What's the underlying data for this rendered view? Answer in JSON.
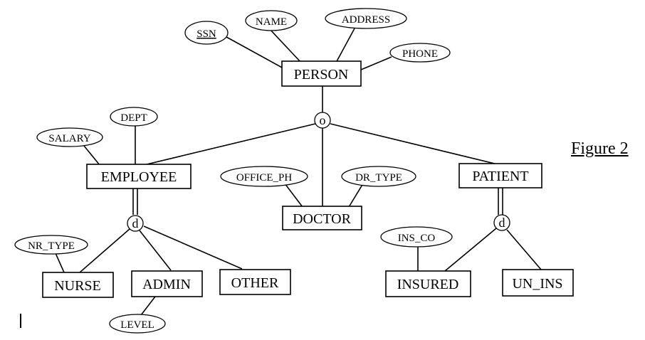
{
  "figure_label": "Figure 2",
  "entities": {
    "person": "PERSON",
    "employee": "EMPLOYEE",
    "doctor": "DOCTOR",
    "patient": "PATIENT",
    "nurse": "NURSE",
    "admin": "ADMIN",
    "other": "OTHER",
    "insured": "INSURED",
    "un_ins": "UN_INS"
  },
  "attributes": {
    "ssn": "SSN",
    "name": "NAME",
    "address": "ADDRESS",
    "phone": "PHONE",
    "salary": "SALARY",
    "dept": "DEPT",
    "office_ph": "OFFICE_PH",
    "dr_type": "DR_TYPE",
    "ins_co": "INS_CO",
    "nr_type": "NR_TYPE",
    "level": "LEVEL"
  },
  "specializations": {
    "person_spec": "o",
    "employee_spec": "d",
    "patient_spec": "d"
  }
}
